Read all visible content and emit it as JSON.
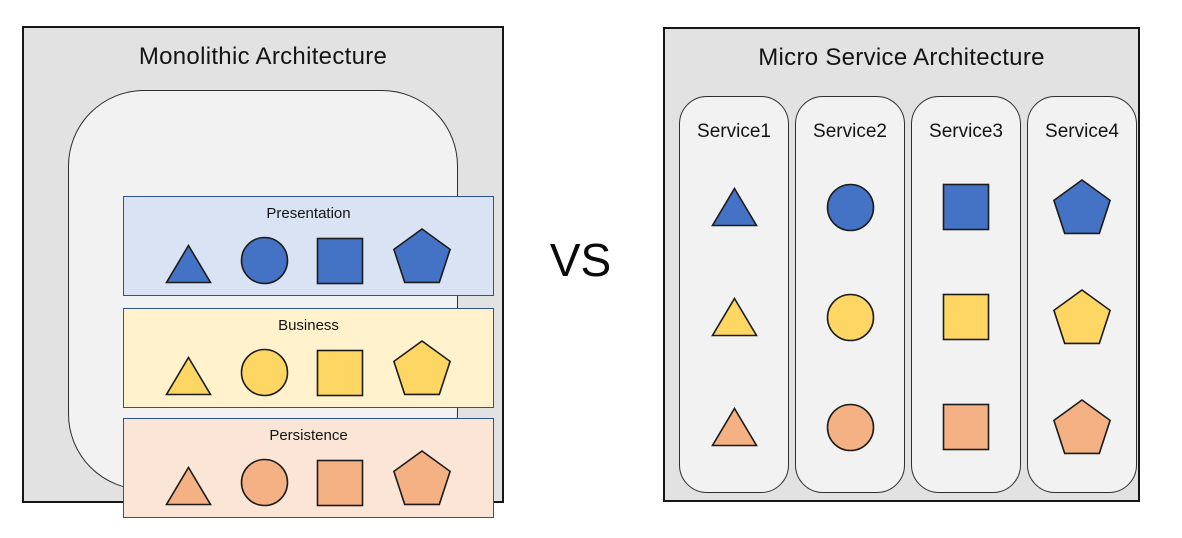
{
  "colors": {
    "panel_bg": "#e2e2e2",
    "container_bg": "#f2f2f2",
    "band_border": "#2f528f",
    "shape_stroke": "#1c1c1c",
    "blue": "#4472c4",
    "yellow": "#fdd663",
    "orange": "#f4b183",
    "blue_light": "#dae3f3",
    "yellow_light": "#fff2cc",
    "orange_light": "#fbe5d6"
  },
  "versus": "VS",
  "monolithic": {
    "title": "Monolithic Architecture",
    "layers": [
      {
        "label": "Presentation",
        "color": "blue",
        "bg": "blue_light",
        "shapes": [
          "triangle",
          "circle",
          "square",
          "pentagon"
        ]
      },
      {
        "label": "Business",
        "color": "yellow",
        "bg": "yellow_light",
        "shapes": [
          "triangle",
          "circle",
          "square",
          "pentagon"
        ]
      },
      {
        "label": "Persistence",
        "color": "orange",
        "bg": "orange_light",
        "shapes": [
          "triangle",
          "circle",
          "square",
          "pentagon"
        ]
      }
    ]
  },
  "microservice": {
    "title": "Micro Service Architecture",
    "services": [
      {
        "label": "Service1",
        "shape": "triangle",
        "colors": [
          "blue",
          "yellow",
          "orange"
        ]
      },
      {
        "label": "Service2",
        "shape": "circle",
        "colors": [
          "blue",
          "yellow",
          "orange"
        ]
      },
      {
        "label": "Service3",
        "shape": "square",
        "colors": [
          "blue",
          "yellow",
          "orange"
        ]
      },
      {
        "label": "Service4",
        "shape": "pentagon",
        "colors": [
          "blue",
          "yellow",
          "orange"
        ]
      }
    ]
  }
}
